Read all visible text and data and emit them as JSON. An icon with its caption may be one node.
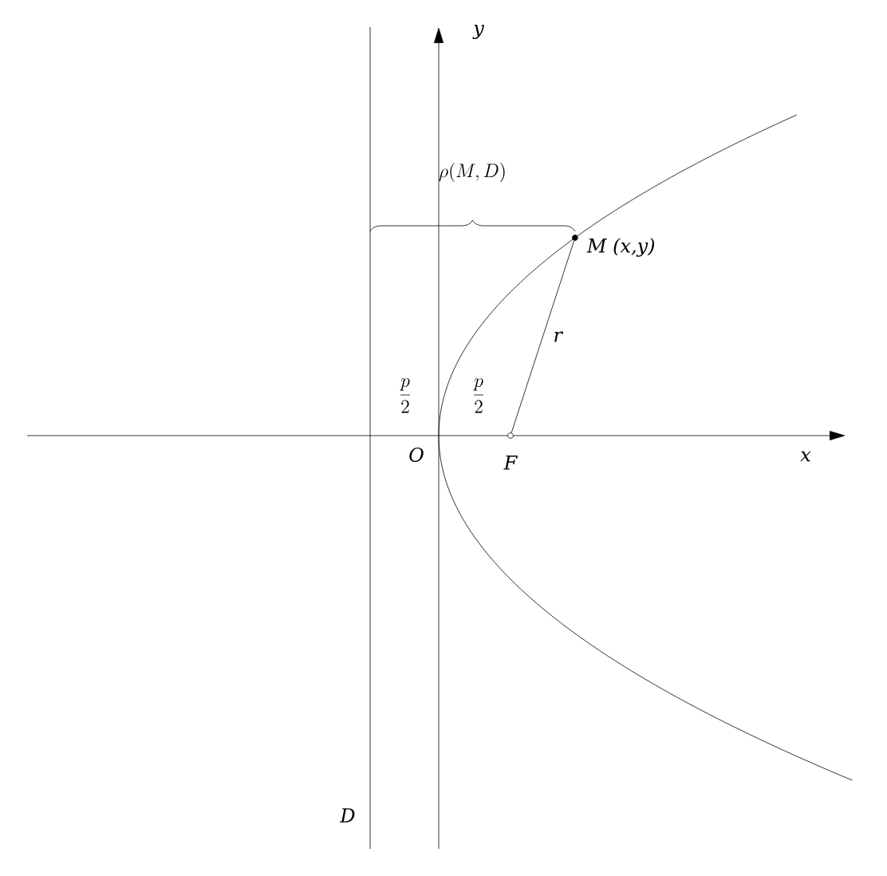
{
  "diagram": {
    "nodes": [
      {
        "text": [],
        "shape": "circle",
        "beside": [
          "M (x,y)"
        ]
      },
      {
        "text": [],
        "shape": "circle",
        "beside": [
          "F"
        ]
      }
    ],
    "edges": [
      {
        "from": 0,
        "to": 1,
        "arrow": "none",
        "label": "r"
      }
    ],
    "labels": [
      "y",
      "\\rho(M,D)",
      "\\frac{p}{2}",
      "\\frac{p}{2}",
      "O",
      "x",
      "D"
    ]
  }
}
